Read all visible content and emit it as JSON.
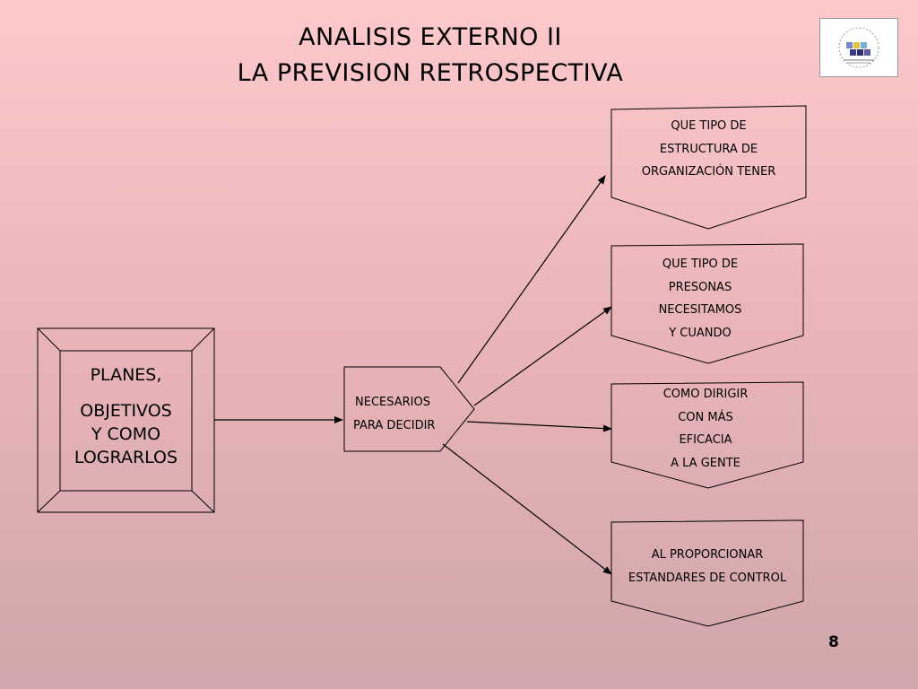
{
  "slide": {
    "title_line1": "ANALISIS EXTERNO II",
    "title_line2": "LA PREVISION RETROSPECTIVA",
    "page_number": "8"
  },
  "diagram": {
    "source": {
      "lines": [
        "PLANES,",
        "OBJETIVOS",
        "Y COMO",
        "LOGRARLOS"
      ]
    },
    "middle": {
      "lines": [
        "NECESARIOS",
        "PARA DECIDIR"
      ]
    },
    "outcomes": [
      {
        "lines": [
          "QUE TIPO DE",
          "ESTRUCTURA DE",
          "ORGANIZACIÓN TENER"
        ]
      },
      {
        "lines": [
          "QUE TIPO DE",
          "PRESONAS",
          "NECESITAMOS",
          "Y CUANDO"
        ]
      },
      {
        "lines": [
          "COMO DIRIGIR",
          "CON MÁS",
          "EFICACIA",
          "A LA GENTE"
        ]
      },
      {
        "lines": [
          "AL PROPORCIONAR",
          "ESTANDARES DE CONTROL"
        ]
      }
    ]
  },
  "colors": {
    "background_top": "#fdc9cb",
    "background_bottom": "#cfa6a9",
    "stroke": "#000000"
  },
  "icons": {
    "logo": "university-logo"
  }
}
